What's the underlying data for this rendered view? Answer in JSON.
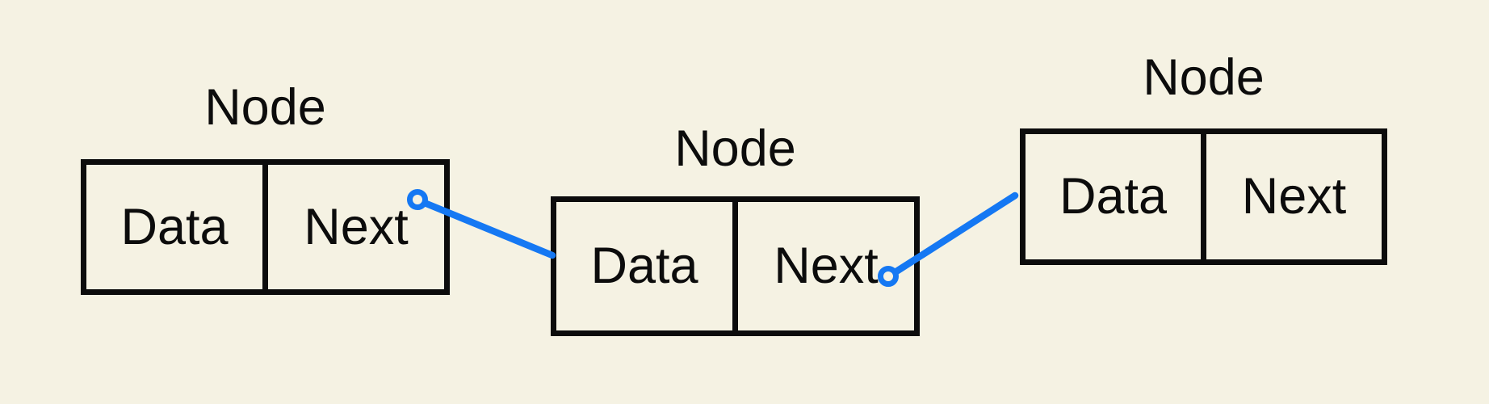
{
  "diagram": {
    "type": "linked-list",
    "nodes": [
      {
        "title": "Node",
        "data_label": "Data",
        "next_label": "Next"
      },
      {
        "title": "Node",
        "data_label": "Data",
        "next_label": "Next"
      },
      {
        "title": "Node",
        "data_label": "Data",
        "next_label": "Next"
      }
    ],
    "connectors": [
      {
        "from": "node-1-next",
        "to": "node-2"
      },
      {
        "from": "node-2-next",
        "to": "node-3"
      }
    ],
    "colors": {
      "background": "#F5F2E3",
      "ink": "#0C0C0C",
      "connector": "#1578F3"
    }
  }
}
